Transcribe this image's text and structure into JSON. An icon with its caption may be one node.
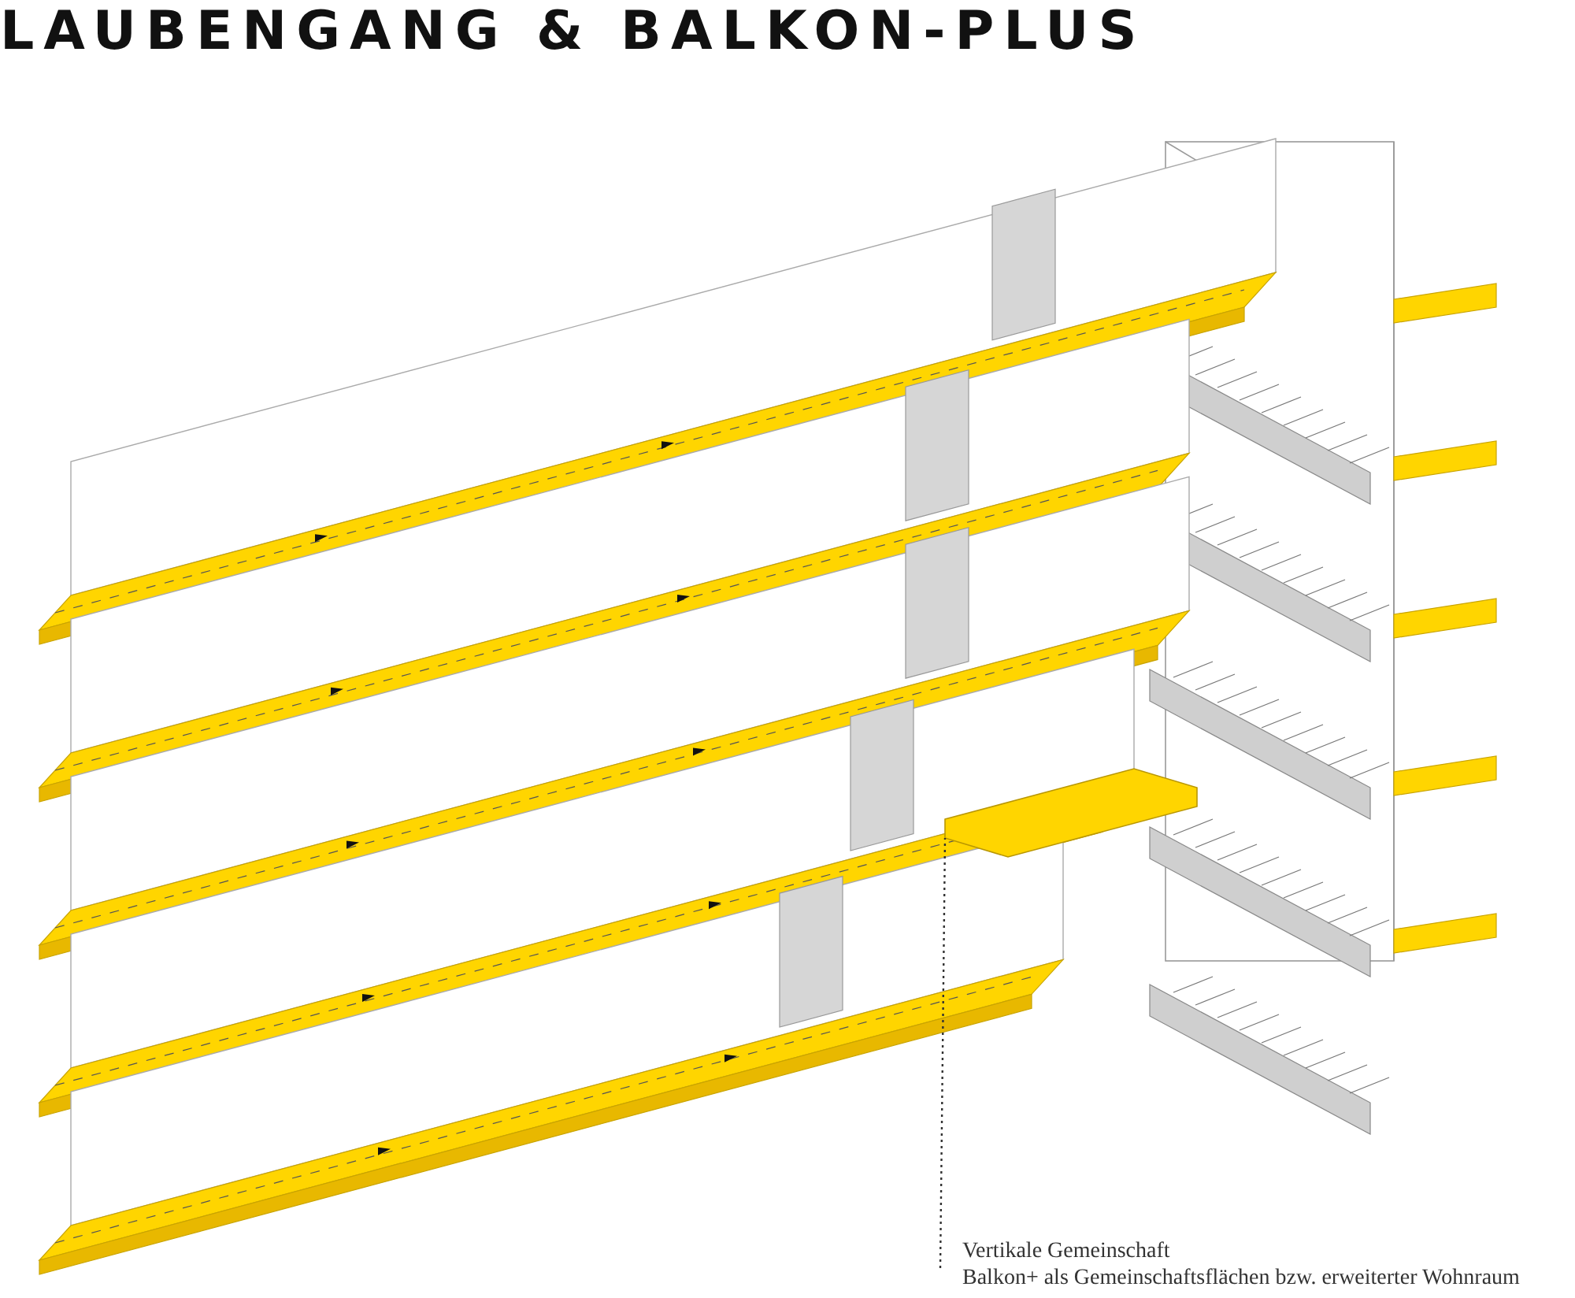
{
  "diagram": {
    "title": "LAUBENGANG & BALKON-PLUS",
    "nodes": [
      {
        "text": [
          "Vertikale Gemeinschaft",
          "Balkon+ als Gemeinschaftsflächen bzw. erweiterter Wohnraum"
        ]
      },
      {
        "text": [],
        "shape": "box"
      }
    ],
    "edges": [
      {
        "from": 0,
        "to": 1,
        "arrow": "none",
        "style": "dashed"
      }
    ]
  }
}
